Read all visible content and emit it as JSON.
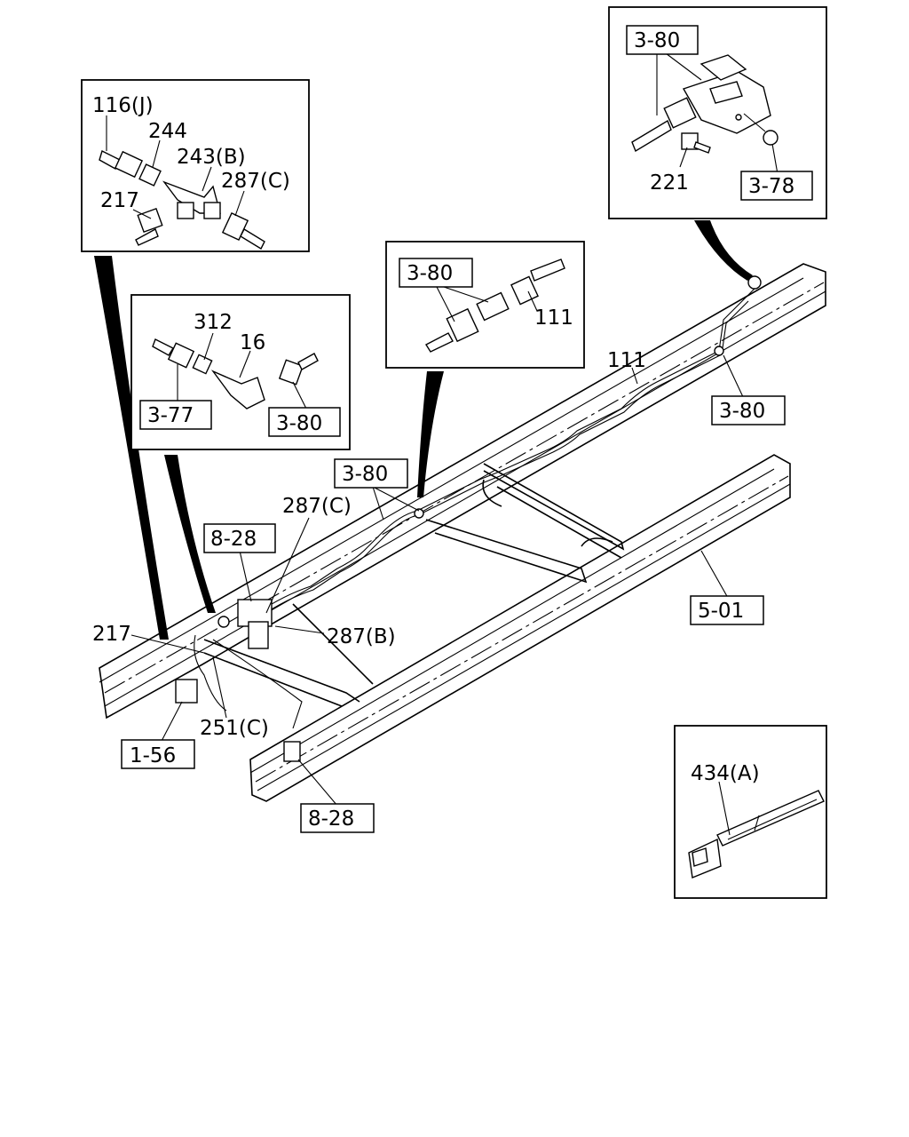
{
  "labels": {
    "inset_tl": {
      "l1": "116(J)",
      "l2": "244",
      "l3": "243(B)",
      "l4": "287(C)",
      "l5": "217"
    },
    "inset_ml": {
      "l1": "312",
      "l2": "16",
      "r1": "3-77",
      "r2": "3-80"
    },
    "inset_mc": {
      "r1": "3-80",
      "l1": "111"
    },
    "inset_tr": {
      "r1": "3-80",
      "l1": "221",
      "r2": "3-78"
    },
    "inset_br": {
      "l1": "434(A)"
    },
    "main": {
      "m111": "111",
      "r380a": "3-80",
      "r380b": "3-80",
      "l287c": "287(C)",
      "r828a": "8-28",
      "l287b": "287(B)",
      "l217": "217",
      "l251c": "251(C)",
      "r156": "1-56",
      "r828b": "8-28",
      "r501": "5-01"
    }
  }
}
